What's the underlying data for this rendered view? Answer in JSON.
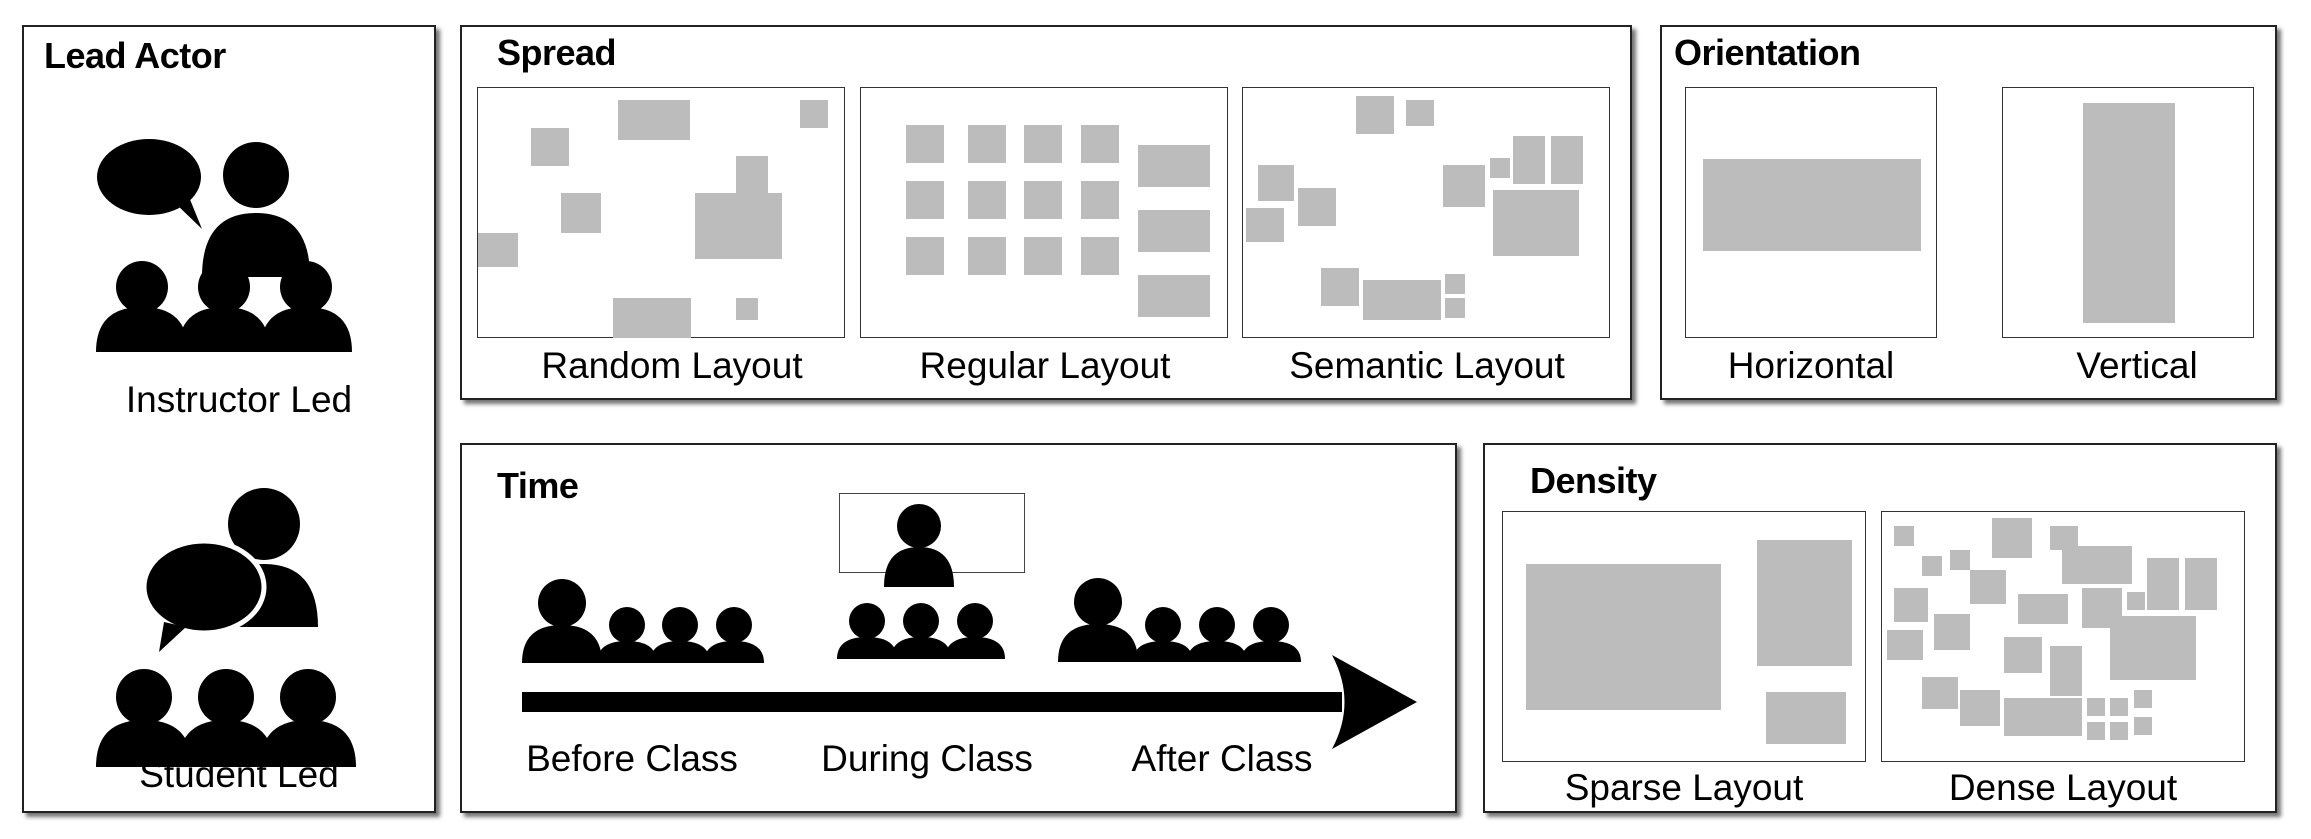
{
  "lead_actor": {
    "title": "Lead Actor",
    "instructor_label": "Instructor Led",
    "student_label": "Student Led"
  },
  "spread": {
    "title": "Spread",
    "random_label": "Random Layout",
    "regular_label": "Regular Layout",
    "semantic_label": "Semantic Layout"
  },
  "orientation": {
    "title": "Orientation",
    "horizontal_label": "Horizontal",
    "vertical_label": "Vertical"
  },
  "time": {
    "title": "Time",
    "before_label": "Before Class",
    "during_label": "During Class",
    "after_label": "After Class"
  },
  "density": {
    "title": "Density",
    "sparse_label": "Sparse Layout",
    "dense_label": "Dense Layout"
  },
  "colors": {
    "block_gray": "#bcbcbc",
    "icon_black": "#000000",
    "border": "#222222"
  }
}
